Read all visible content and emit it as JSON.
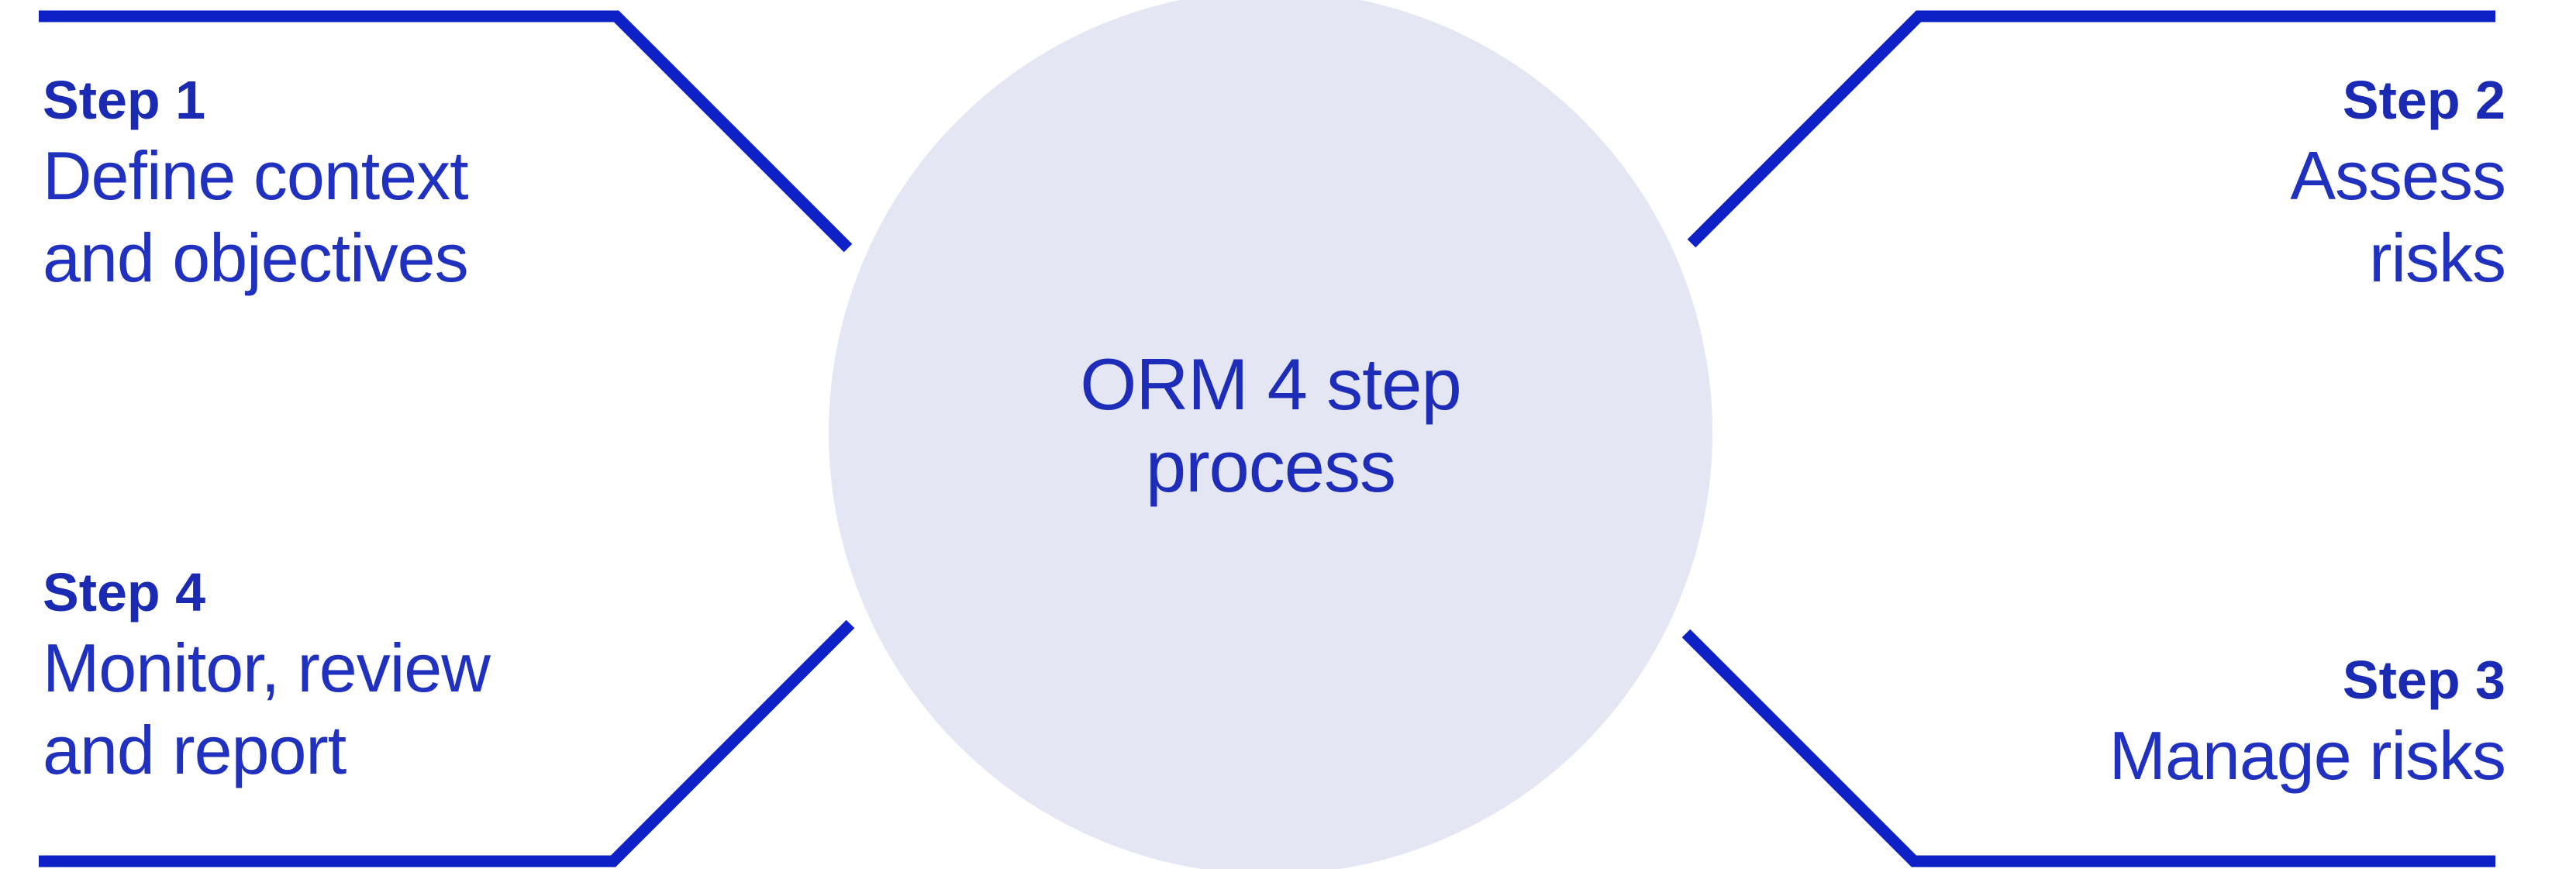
{
  "diagram_title": {
    "line1": "ORM 4 step",
    "line2": "process"
  },
  "steps": [
    {
      "label": "Step 1",
      "desc": [
        "Define context",
        "and objectives"
      ],
      "position": "top-left"
    },
    {
      "label": "Step 2",
      "desc": [
        "Assess",
        "risks"
      ],
      "position": "top-right"
    },
    {
      "label": "Step 3",
      "desc": [
        "Manage risks"
      ],
      "position": "bottom-right"
    },
    {
      "label": "Step 4",
      "desc": [
        "Monitor, review",
        "and report"
      ],
      "position": "bottom-left"
    }
  ],
  "colors": {
    "line_blue": "#0E21C6",
    "heading_blue": "#1A2AB2",
    "body_blue": "#2131BF",
    "circle_fill": "#E4E6F4",
    "circle_text_blue": "#1D2DB9",
    "background": "#FFFFFF"
  }
}
